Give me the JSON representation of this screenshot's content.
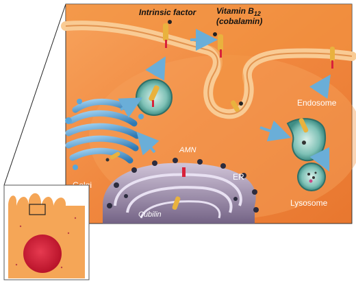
{
  "labels": {
    "intrinsic_factor": "Intrinsic factor",
    "vitamin_b12_line1": "Vitamin B",
    "vitamin_b12_sub": "12",
    "vitamin_b12_line2": "(cobalamin)",
    "endosome": "Endosome",
    "golgi": "Golgi",
    "er": "ER",
    "amn": "AMN",
    "cubilin": "Cubilin",
    "lysosome": "Lysosome"
  },
  "colors": {
    "cell_orange": "#f0873e",
    "cytoplasm_bright": "#f6a05c",
    "membrane_peach": "#f8c690",
    "golgi_blue": "#4f9fd2",
    "er_purple": "#8e82a8",
    "vesicle_teal": "#6fb6ad",
    "arrow_blue": "#6aaed8",
    "nucleus_red": "#d8213a",
    "receptor_yellow": "#e9b23e"
  }
}
